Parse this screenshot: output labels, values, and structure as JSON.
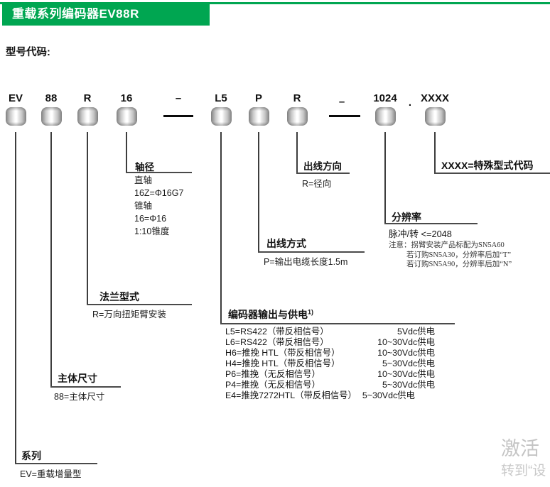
{
  "header": {
    "title": "重载系列编码器EV88R",
    "model_code_label": "型号代码:",
    "accent_green": "#00A651"
  },
  "code_segments": [
    {
      "label": "EV",
      "type": "box"
    },
    {
      "label": "88",
      "type": "box"
    },
    {
      "label": "R",
      "type": "box"
    },
    {
      "label": "16",
      "type": "box"
    },
    {
      "label": "–",
      "type": "dash"
    },
    {
      "label": "L5",
      "type": "box"
    },
    {
      "label": "P",
      "type": "box"
    },
    {
      "label": "R",
      "type": "box"
    },
    {
      "label": "–",
      "type": "dash"
    },
    {
      "label": "1024",
      "type": "box"
    },
    {
      "label": ".",
      "type": "separator-dot"
    },
    {
      "label": "XXXX",
      "type": "box"
    }
  ],
  "callouts": {
    "series": {
      "title": "系列",
      "lines": [
        "EV=重载增量型"
      ]
    },
    "body_size": {
      "title": "主体尺寸",
      "lines": [
        "88=主体尺寸"
      ]
    },
    "flange": {
      "title": "法兰型式",
      "lines": [
        "R=万向扭矩臂安装"
      ]
    },
    "shaft": {
      "title": "轴径",
      "lines": [
        "直轴",
        "16Z=Φ16G7",
        "锥轴",
        "16=Φ16",
        "1:10锥度"
      ]
    },
    "output_supply": {
      "title": "编码器输出与供电",
      "superscript": "1)",
      "rows": [
        {
          "option": "L5=RS422（带反相信号）",
          "supply": "5Vdc供电"
        },
        {
          "option": "L6=RS422（带反相信号）",
          "supply": "10~30Vdc供电"
        },
        {
          "option": "H6=推挽 HTL（带反相信号）",
          "supply": "10~30Vdc供电"
        },
        {
          "option": "H4=推挽 HTL（带反相信号）",
          "supply": "5~30Vdc供电"
        },
        {
          "option": "P6=推挽（无反相信号）",
          "supply": "10~30Vdc供电"
        },
        {
          "option": "P4=推挽（无反相信号）",
          "supply": "5~30Vdc供电"
        },
        {
          "option": "E4=推挽7272HTL（带反相信号）",
          "supply": "5~30Vdc供电"
        }
      ]
    },
    "cable": {
      "title": "出线方式",
      "lines": [
        "P=输出电缆长度1.5m"
      ]
    },
    "direction": {
      "title": "出线方向",
      "lines": [
        "R=径向"
      ]
    },
    "resolution": {
      "title": "分辨率",
      "value": "脉冲/转 <=2048",
      "notes": [
        "注意：拐臂安装产品标配为SN5A60",
        "若订购SN5A30，分辨率后加“T”",
        "若订购SN5A90，分辨率后加“N”"
      ]
    },
    "special": {
      "title": "XXXX=特殊型式代码"
    }
  },
  "watermark": {
    "line1": "激活",
    "line2": "转到“设"
  }
}
